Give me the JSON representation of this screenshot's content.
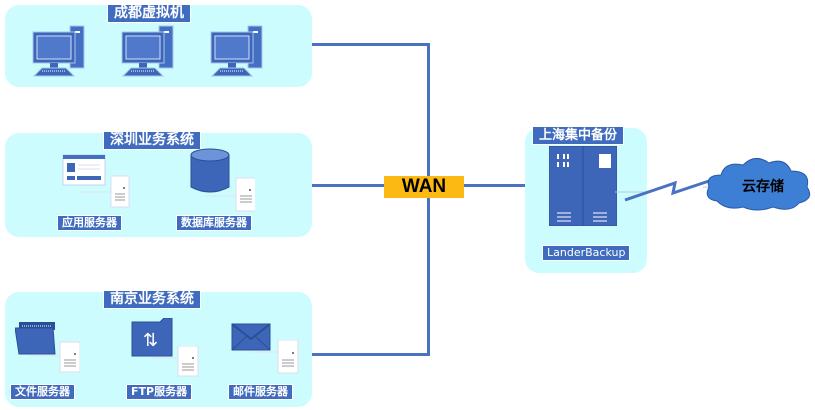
{
  "groups": {
    "chengdu": {
      "title": "成都虚拟机",
      "devices": [
        "computer",
        "computer",
        "computer"
      ]
    },
    "shenzhen": {
      "title": "深圳业务系统",
      "servers": [
        {
          "label": "应用服务器",
          "icon": "application-window-icon"
        },
        {
          "label": "数据库服务器",
          "icon": "database-icon"
        }
      ]
    },
    "nanjing": {
      "title": "南京业务系统",
      "servers": [
        {
          "label": "文件服务器",
          "icon": "folder-icon"
        },
        {
          "label": "FTP服务器",
          "icon": "ftp-folder-icon"
        },
        {
          "label": "邮件服务器",
          "icon": "mail-envelope-icon"
        }
      ]
    },
    "shanghai": {
      "title": "上海集中备份",
      "device_label": "LanderBackup"
    }
  },
  "network": {
    "wan_label": "WAN"
  },
  "cloud": {
    "label": "云存储"
  },
  "colors": {
    "panel": "#ccfcfd",
    "accent": "#3f6cbf",
    "wire": "#4a72c0",
    "wan": "#fdb913"
  }
}
